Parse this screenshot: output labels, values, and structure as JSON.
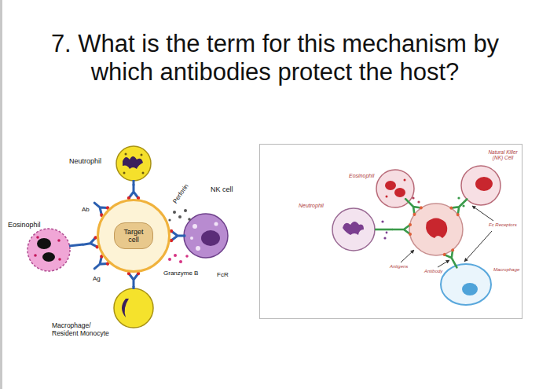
{
  "diagram": {
    "title": "7. What is the term for this mechanism by which antibodies protect the host?",
    "nodes": [
      {
        "text": [
          "Target cell"
        ]
      },
      {
        "text": [
          "Neutrophil"
        ]
      },
      {
        "text": [
          "NK cell"
        ]
      },
      {
        "text": [
          "Eosinophil"
        ]
      },
      {
        "text": [
          "Macrophage/ Resident Monocyte"
        ]
      },
      {
        "text": [
          "Eosinophil"
        ]
      },
      {
        "text": [
          "Natural Killer (NK) Cell"
        ]
      },
      {
        "text": [
          "Neutrophil"
        ]
      },
      {
        "text": [
          "Macrophage"
        ]
      }
    ],
    "labels": [
      "Ab",
      "Ag",
      "Perforin",
      "Granzyme B",
      "FcR",
      "Fc Receptors",
      "Antigens",
      "Antibody"
    ]
  }
}
